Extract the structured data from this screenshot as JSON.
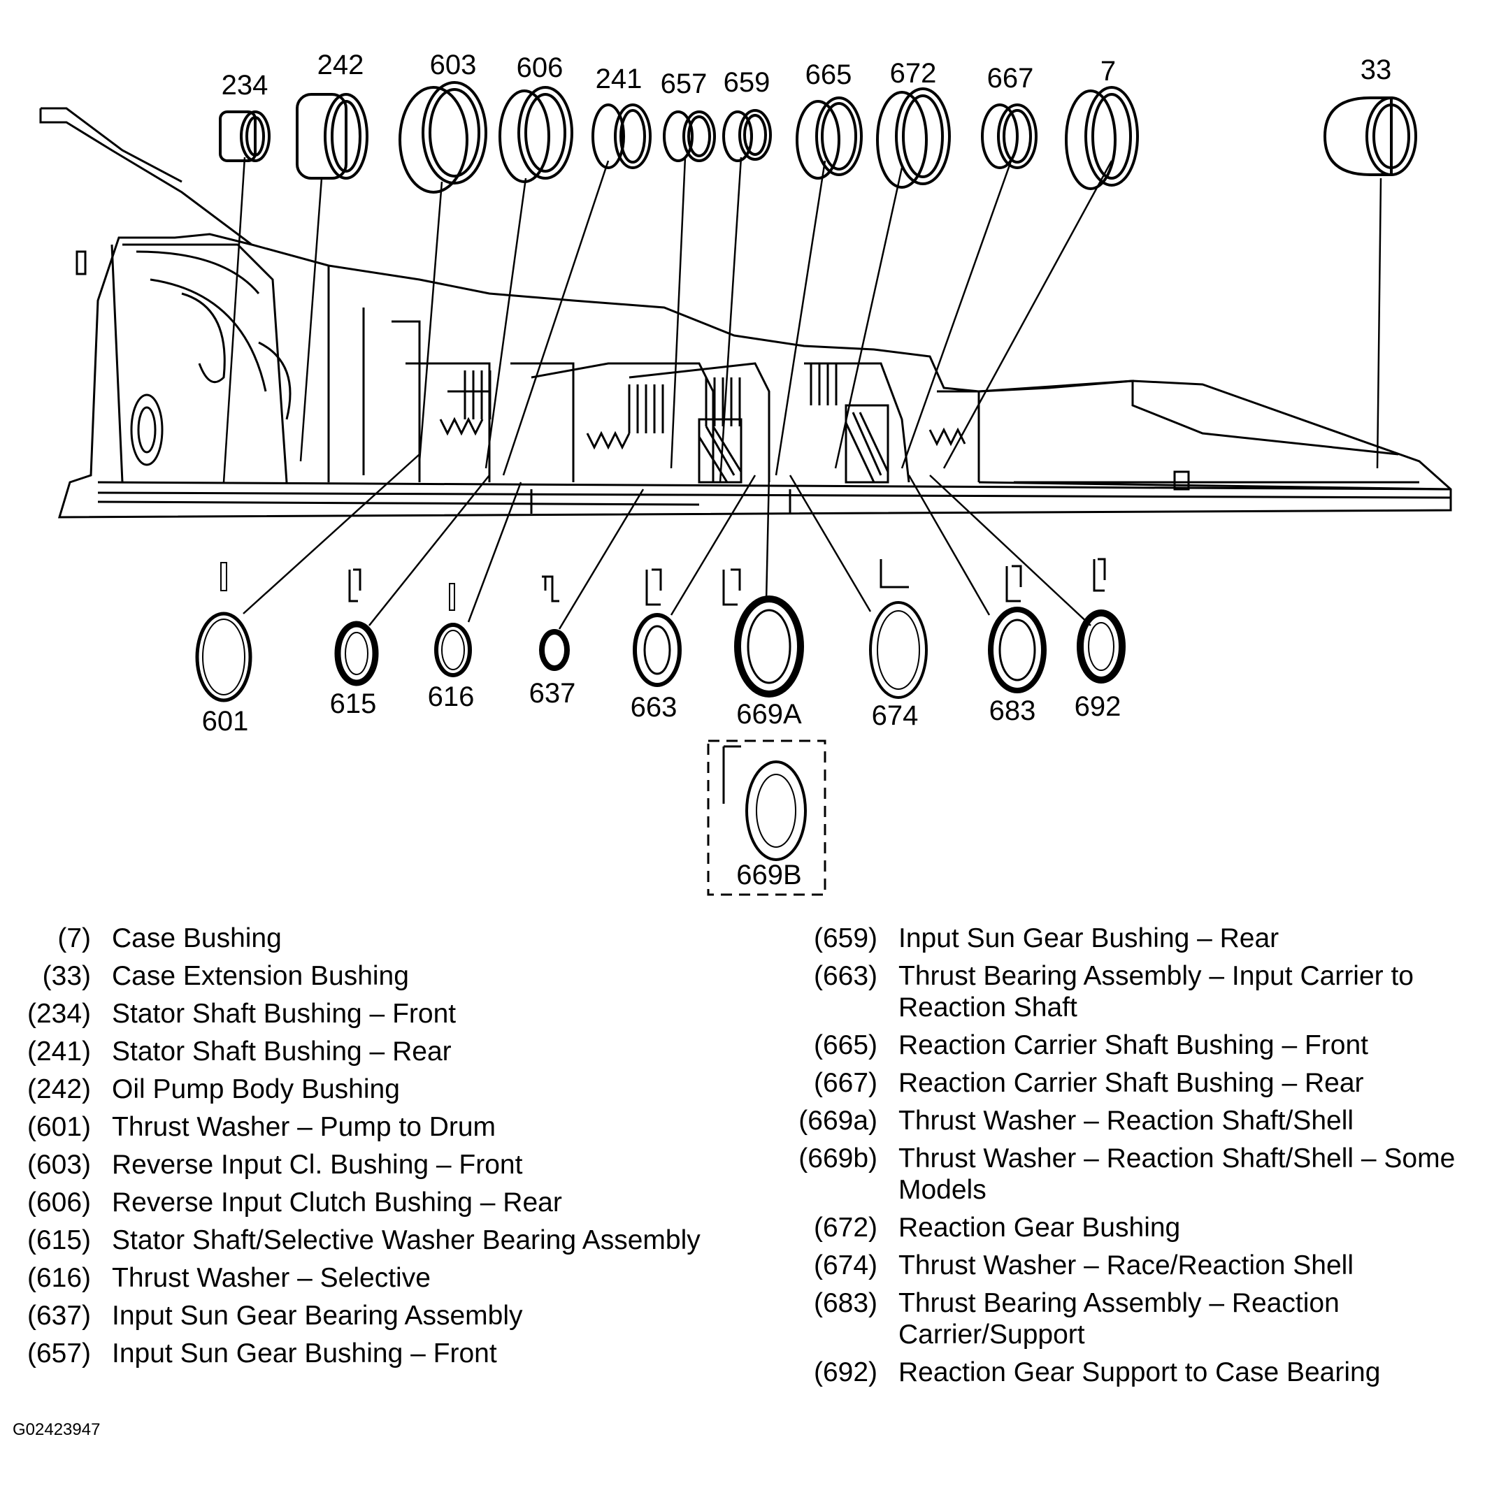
{
  "bushings": [
    {
      "label": "234"
    },
    {
      "label": "242"
    },
    {
      "label": "603"
    },
    {
      "label": "606"
    },
    {
      "label": "241"
    },
    {
      "label": "657"
    },
    {
      "label": "659"
    },
    {
      "label": "665"
    },
    {
      "label": "672"
    },
    {
      "label": "667"
    },
    {
      "label": "7"
    },
    {
      "label": "33"
    }
  ],
  "washers": [
    {
      "label": "601"
    },
    {
      "label": "615"
    },
    {
      "label": "616"
    },
    {
      "label": "637"
    },
    {
      "label": "663"
    },
    {
      "label": "669A"
    },
    {
      "label": "674"
    },
    {
      "label": "683"
    },
    {
      "label": "692"
    }
  ],
  "inset": {
    "label": "669B"
  },
  "legend": {
    "left": [
      {
        "ref": "(7)",
        "desc": "Case Bushing"
      },
      {
        "ref": "(33)",
        "desc": "Case Extension Bushing"
      },
      {
        "ref": "(234)",
        "desc": "Stator Shaft Bushing – Front"
      },
      {
        "ref": "(241)",
        "desc": "Stator Shaft Bushing – Rear"
      },
      {
        "ref": "(242)",
        "desc": "Oil Pump Body Bushing"
      },
      {
        "ref": "(601)",
        "desc": "Thrust Washer – Pump to Drum"
      },
      {
        "ref": "(603)",
        "desc": "Reverse Input Cl. Bushing – Front"
      },
      {
        "ref": "(606)",
        "desc": "Reverse Input Clutch Bushing – Rear"
      },
      {
        "ref": "(615)",
        "desc": "Stator Shaft/Selective Washer Bearing Assembly"
      },
      {
        "ref": "(616)",
        "desc": "Thrust Washer – Selective"
      },
      {
        "ref": "(637)",
        "desc": "Input Sun Gear Bearing Assembly"
      },
      {
        "ref": "(657)",
        "desc": "Input Sun Gear Bushing – Front"
      }
    ],
    "right": [
      {
        "ref": "(659)",
        "desc": "Input Sun Gear Bushing – Rear"
      },
      {
        "ref": "(663)",
        "desc": "Thrust Bearing Assembly – Input Carrier to Reaction Shaft"
      },
      {
        "ref": "(665)",
        "desc": "Reaction Carrier Shaft Bushing – Front"
      },
      {
        "ref": "(667)",
        "desc": "Reaction Carrier Shaft Bushing – Rear"
      },
      {
        "ref": "(669a)",
        "desc": "Thrust Washer – Reaction Shaft/Shell"
      },
      {
        "ref": "(669b)",
        "desc": "Thrust Washer – Reaction Shaft/Shell – Some Models"
      },
      {
        "ref": "(672)",
        "desc": "Reaction Gear Bushing"
      },
      {
        "ref": "(674)",
        "desc": "Thrust Washer – Race/Reaction Shell"
      },
      {
        "ref": "(683)",
        "desc": "Thrust Bearing Assembly – Reaction Carrier/Support"
      },
      {
        "ref": "(692)",
        "desc": "Reaction Gear Support to Case Bearing"
      }
    ]
  },
  "figure_code": "G02423947"
}
